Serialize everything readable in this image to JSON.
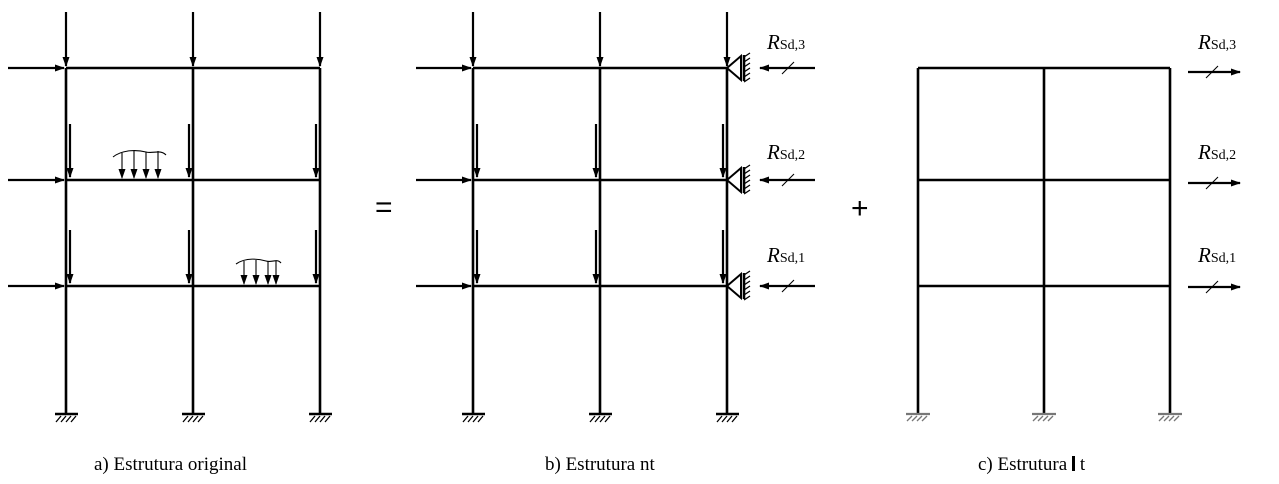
{
  "panels": {
    "a": {
      "caption": "a) Estrutura original"
    },
    "b": {
      "caption": "b) Estrutura nt"
    },
    "c": {
      "caption_prefix": "c) Estrutura",
      "caption_suffix": "t"
    }
  },
  "operators": {
    "equals": "=",
    "plus": "+"
  },
  "reactions": [
    {
      "symbol": "R",
      "subscript": "Sd,3"
    },
    {
      "symbol": "R",
      "subscript": "Sd,2"
    },
    {
      "symbol": "R",
      "subscript": "Sd,1"
    }
  ]
}
